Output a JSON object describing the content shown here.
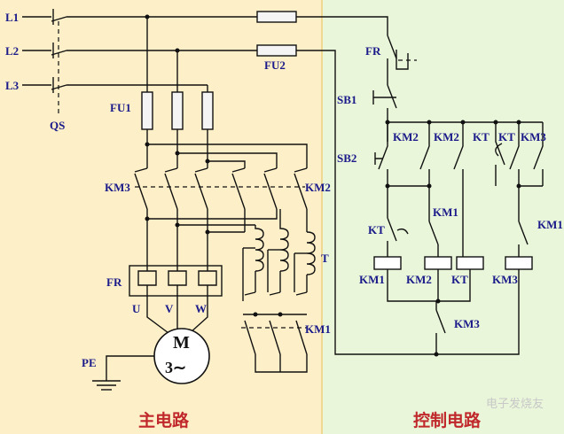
{
  "labels": {
    "l1": "L1",
    "l2": "L2",
    "l3": "L3",
    "qs": "QS",
    "fu1": "FU1",
    "fu2": "FU2",
    "km3_main": "KM3",
    "km2_main": "KM2",
    "fr_main": "FR",
    "u": "U",
    "v": "V",
    "w": "W",
    "t": "T",
    "km1_main": "KM1",
    "motor_m": "M",
    "motor_3": "3∼",
    "pe": "PE",
    "fr_ctrl": "FR",
    "sb1": "SB1",
    "sb2": "SB2",
    "km2_a": "KM2",
    "km2_b": "KM2",
    "kt_a": "KT",
    "kt_b": "KT",
    "km3_top": "KM3",
    "km1_ctrl_mid": "KM1",
    "km1_ctrl_right": "KM1",
    "kt_mid": "KT",
    "coil_km1": "KM1",
    "coil_km2": "KM2",
    "coil_kt": "KT",
    "coil_km3": "KM3",
    "km3_bottom": "KM3"
  },
  "captions": {
    "main_circuit": "主电路",
    "control_circuit": "控制电路"
  },
  "watermark": "电子发烧友"
}
